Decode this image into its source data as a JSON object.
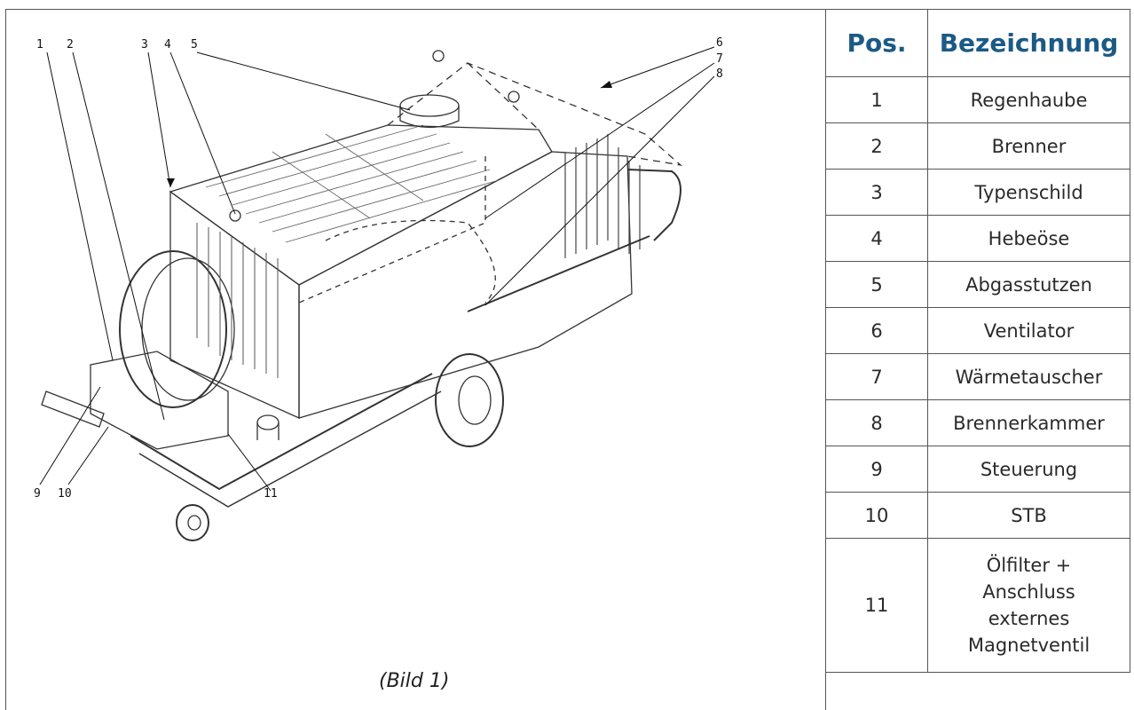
{
  "diagram": {
    "callouts": [
      "1",
      "2",
      "3",
      "4",
      "5",
      "6",
      "7",
      "8",
      "9",
      "10",
      "11"
    ],
    "caption": "(Bild 1)"
  },
  "table": {
    "headers": {
      "pos": "Pos.",
      "name": "Bezeichnung"
    },
    "rows": [
      {
        "pos": "1",
        "name": "Regenhaube"
      },
      {
        "pos": "2",
        "name": "Brenner"
      },
      {
        "pos": "3",
        "name": "Typenschild"
      },
      {
        "pos": "4",
        "name": "Hebeöse"
      },
      {
        "pos": "5",
        "name": "Abgasstutzen"
      },
      {
        "pos": "6",
        "name": "Ventilator"
      },
      {
        "pos": "7",
        "name": "Wärmetauscher"
      },
      {
        "pos": "8",
        "name": "Brennerkammer"
      },
      {
        "pos": "9",
        "name": "Steuerung"
      },
      {
        "pos": "10",
        "name": "STB"
      }
    ],
    "last_row": {
      "pos": "11",
      "name_lines": [
        "Ölfilter +",
        "Anschluss",
        "externes",
        "Magnetventil"
      ]
    }
  }
}
